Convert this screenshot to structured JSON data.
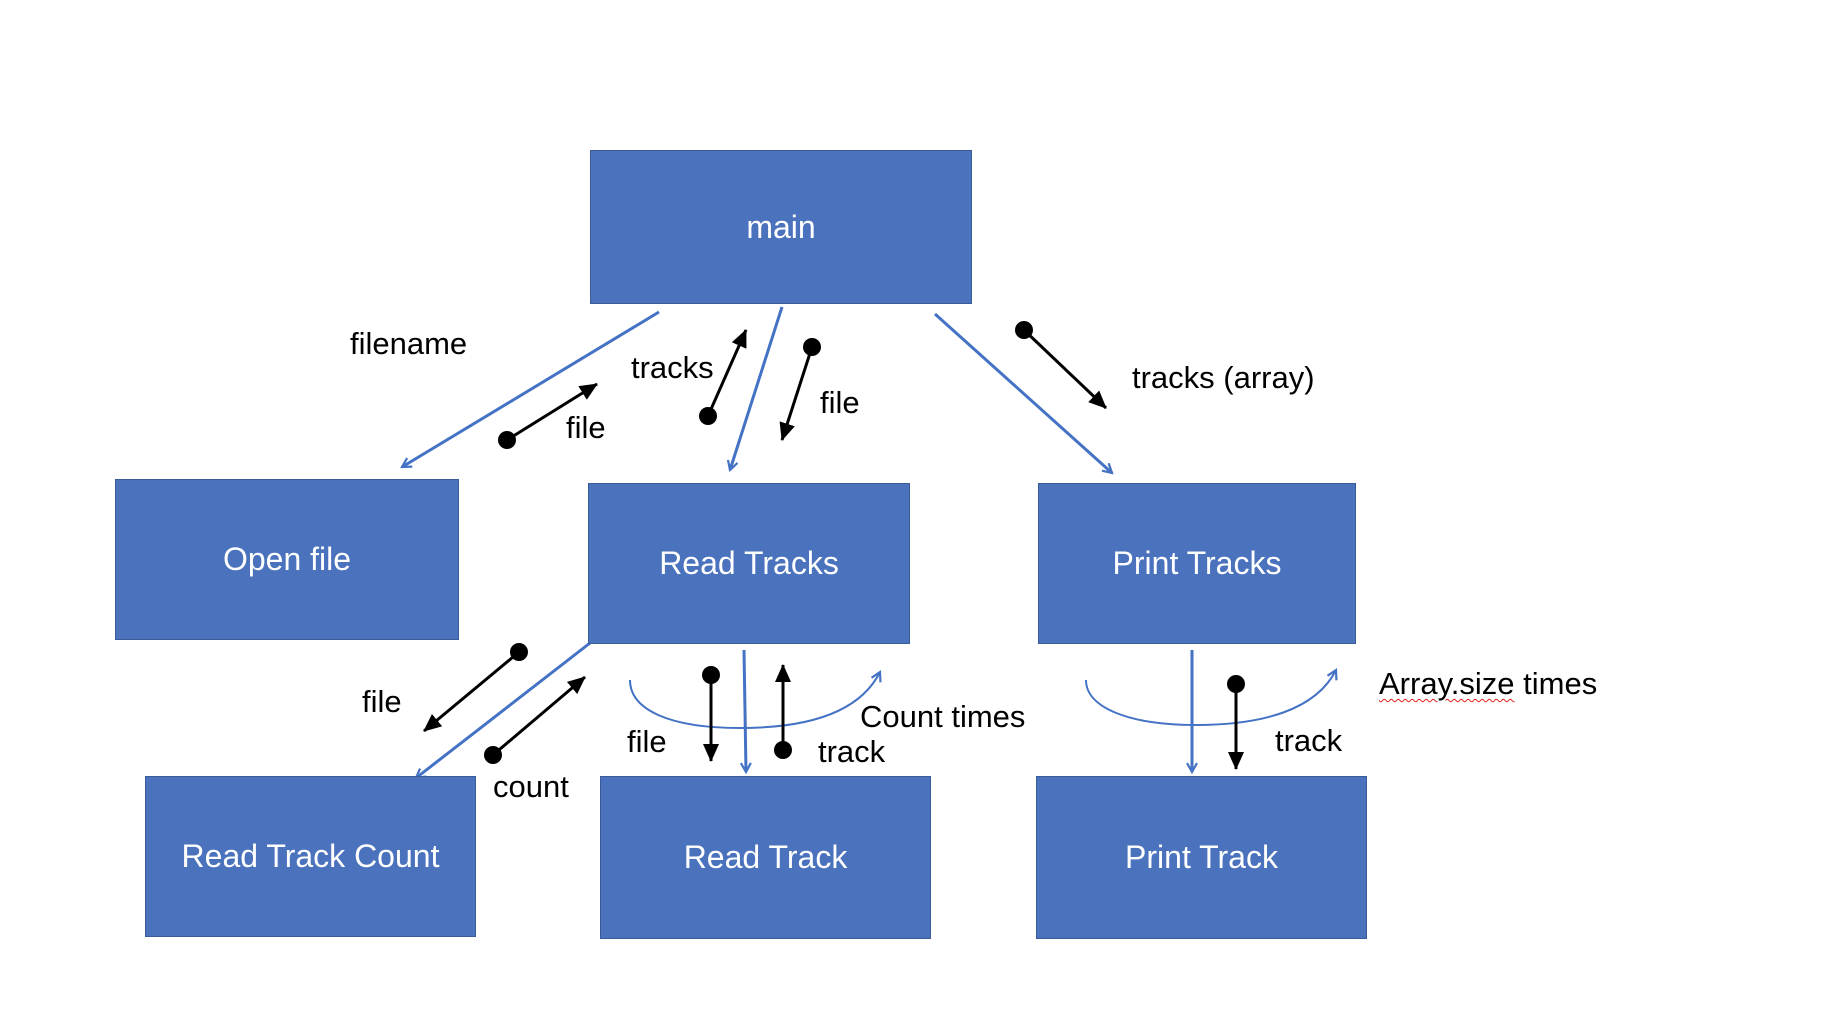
{
  "colors": {
    "box_fill": "#4a72bd",
    "call_line": "#4472c4",
    "param_arrow": "#000000",
    "background": "#ffffff"
  },
  "modules": {
    "main": "main",
    "open_file": "Open file",
    "read_tracks": "Read Tracks",
    "print_tracks": "Print Tracks",
    "read_track_count": "Read Track Count",
    "read_track": "Read Track",
    "print_track": "Print Track"
  },
  "params": {
    "filename": "filename",
    "file_from_open": "file",
    "tracks_returned": "tracks",
    "file_to_read_tracks": "file",
    "tracks_array": "tracks (array)",
    "file_to_read_count": "file",
    "count_returned": "count",
    "file_to_read_track": "file",
    "track_returned": "track",
    "track_to_print": "track"
  },
  "loops": {
    "read_loop_word": "Count",
    "read_loop_suffix": " times",
    "print_loop_word": "Array.size",
    "print_loop_suffix": " times"
  }
}
